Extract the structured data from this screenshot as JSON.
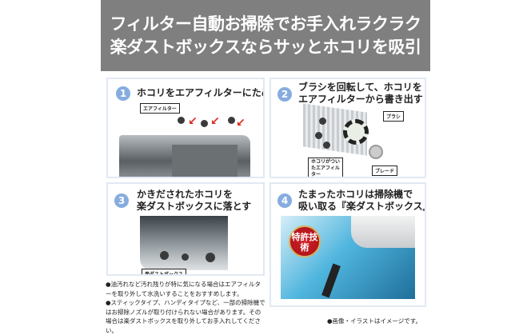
{
  "banner": {
    "line1": "フィルター自動お掃除でお手入れラクラク",
    "line2": "楽ダストボックスならサッとホコリを吸引"
  },
  "steps": [
    {
      "number": "1",
      "title_line1": "ホコリをエアフィルターにためる",
      "title_line2": "",
      "labels": [
        "エアフィルター"
      ]
    },
    {
      "number": "2",
      "title_line1": "ブラシを回転して、ホコリを",
      "title_line2": "エアフィルターから書き出す",
      "labels": [
        "ブラシ",
        "ホコリがついたエアフィルター",
        "ブレード"
      ]
    },
    {
      "number": "3",
      "title_line1": "かきだされたホコリを",
      "title_line2": "楽ダストボックスに落とす",
      "labels": [
        "楽ダストボックス"
      ]
    },
    {
      "number": "4",
      "title_line1": "たまったホコリは掃除機で",
      "title_line2": "吸い取る『楽ダストボックス』",
      "badge": "特許技術"
    }
  ],
  "notes": [
    "●油汚れなど汚れ残りが特に気になる場合はエアフィルターを取り外して水洗いすることをおすすめします。",
    "●スティックタイプ、ハンディタイプなど、一部の掃除機ではお掃除ノズルが取り付けられない場合があります。その場合は楽ダストボックスを取り外してお手入れしてください。"
  ],
  "caption": "●画像・イラストはイメージです。",
  "colors": {
    "banner": "#7f7f7f",
    "number_circle": "#86acdf",
    "panel_border": "#e1e9f3",
    "badge": "#c0151c"
  }
}
